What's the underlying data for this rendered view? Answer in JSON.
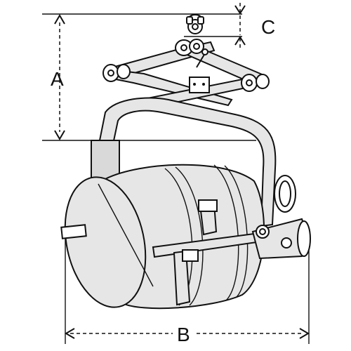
{
  "dimensions": {
    "a": "A",
    "b": "B",
    "c": "C"
  }
}
